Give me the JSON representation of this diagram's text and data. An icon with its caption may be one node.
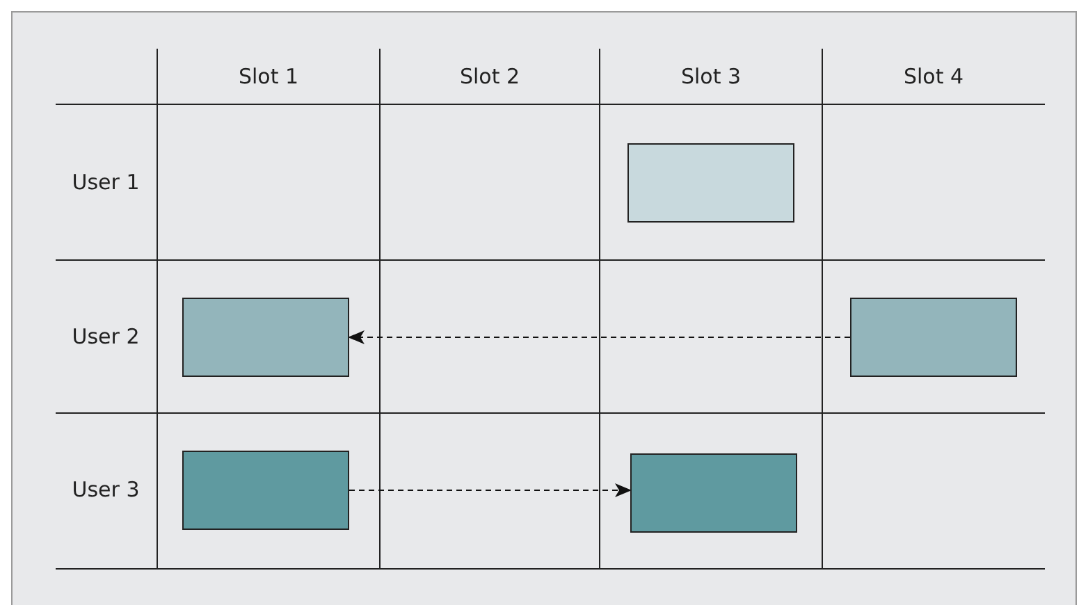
{
  "diagram": {
    "nodes": [
      {
        "text": [],
        "shape": "box"
      },
      {
        "text": [],
        "shape": "box"
      },
      {
        "text": [],
        "shape": "box"
      },
      {
        "text": [],
        "shape": "box"
      },
      {
        "text": [],
        "shape": "box"
      }
    ],
    "edges": [
      {
        "from": 2,
        "to": 1,
        "arrow": "to",
        "style": "dashed"
      },
      {
        "from": 3,
        "to": 4,
        "arrow": "to",
        "style": "dashed"
      }
    ],
    "labels": [
      "Slot 1",
      "Slot 2",
      "Slot 3",
      "Slot 4",
      "User 1",
      "User 2",
      "User 3"
    ]
  }
}
